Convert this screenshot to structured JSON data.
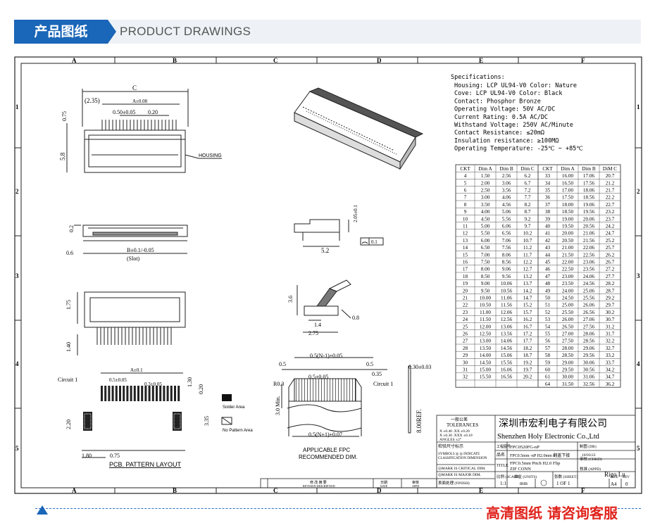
{
  "header": {
    "title_cn": "产品图纸",
    "title_en": "PRODUCT DRAWINGS"
  },
  "footer": {
    "cta": "高清图纸 请咨询客服"
  },
  "grid": {
    "cols": [
      "A",
      "B",
      "C",
      "D",
      "E",
      "F"
    ],
    "rows": [
      "1",
      "2",
      "3",
      "4",
      "5"
    ]
  },
  "specs": {
    "heading": "Specifications:",
    "lines": [
      "Housing: LCP UL94-V0 Color: Nature",
      "Cove: LCP UL94-V0 Color: Black",
      "Contact: Phosphor Bronze",
      "Operating Voltage: 50V AC/DC",
      "Current Rating: 0.5A AC/DC",
      "Withstand Voltage: 250V AC/Minute",
      "Contact Resistance: ≤20mΩ",
      "Insulation resistance: ≥100MΩ",
      "Operating Temperature: -25℃ ~ +85℃"
    ]
  },
  "table": {
    "headers": [
      "CKT",
      "Dim A",
      "Dim B",
      "Dim C",
      "CKT",
      "Dim A",
      "Dim B",
      "DiM C"
    ],
    "rows": [
      [
        "4",
        "1.50",
        "2.56",
        "6.2",
        "33",
        "16.00",
        "17.06",
        "20.7"
      ],
      [
        "5",
        "2.00",
        "3.06",
        "6.7",
        "34",
        "16.50",
        "17.56",
        "21.2"
      ],
      [
        "6",
        "2.50",
        "3.56",
        "7.2",
        "35",
        "17.00",
        "18.06",
        "21.7"
      ],
      [
        "7",
        "3.00",
        "4.06",
        "7.7",
        "36",
        "17.50",
        "18.56",
        "22.2"
      ],
      [
        "8",
        "3.50",
        "4.56",
        "8.2",
        "37",
        "18.00",
        "19.06",
        "22.7"
      ],
      [
        "9",
        "4.00",
        "5.06",
        "8.7",
        "38",
        "18.50",
        "19.56",
        "23.2"
      ],
      [
        "10",
        "4.50",
        "5.56",
        "9.2",
        "39",
        "19.00",
        "20.06",
        "23.7"
      ],
      [
        "11",
        "5.00",
        "6.06",
        "9.7",
        "40",
        "19.50",
        "20.56",
        "24.2"
      ],
      [
        "12",
        "5.50",
        "6.56",
        "10.2",
        "41",
        "20.00",
        "21.06",
        "24.7"
      ],
      [
        "13",
        "6.00",
        "7.06",
        "10.7",
        "42",
        "20.50",
        "21.56",
        "25.2"
      ],
      [
        "14",
        "6.50",
        "7.56",
        "11.2",
        "43",
        "21.00",
        "22.06",
        "25.7"
      ],
      [
        "15",
        "7.00",
        "8.06",
        "11.7",
        "44",
        "21.50",
        "22.56",
        "26.2"
      ],
      [
        "16",
        "7.50",
        "8.56",
        "12.2",
        "45",
        "22.00",
        "23.06",
        "26.7"
      ],
      [
        "17",
        "8.00",
        "9.06",
        "12.7",
        "46",
        "22.50",
        "23.56",
        "27.2"
      ],
      [
        "18",
        "8.50",
        "9.56",
        "13.2",
        "47",
        "23.00",
        "24.06",
        "27.7"
      ],
      [
        "19",
        "9.00",
        "10.06",
        "13.7",
        "48",
        "23.50",
        "24.56",
        "28.2"
      ],
      [
        "20",
        "9.50",
        "10.56",
        "14.2",
        "49",
        "24.00",
        "25.06",
        "28.7"
      ],
      [
        "21",
        "10.00",
        "11.06",
        "14.7",
        "50",
        "24.50",
        "25.56",
        "29.2"
      ],
      [
        "22",
        "10.50",
        "11.56",
        "15.2",
        "51",
        "25.00",
        "26.06",
        "29.7"
      ],
      [
        "23",
        "11.00",
        "12.06",
        "15.7",
        "52",
        "25.50",
        "26.56",
        "30.2"
      ],
      [
        "24",
        "11.50",
        "12.56",
        "16.2",
        "53",
        "26.00",
        "27.06",
        "30.7"
      ],
      [
        "25",
        "12.00",
        "13.06",
        "16.7",
        "54",
        "26.50",
        "27.56",
        "31.2"
      ],
      [
        "26",
        "12.50",
        "13.56",
        "17.2",
        "55",
        "27.00",
        "28.06",
        "31.7"
      ],
      [
        "27",
        "13.00",
        "14.06",
        "17.7",
        "56",
        "27.50",
        "28.56",
        "32.2"
      ],
      [
        "28",
        "13.50",
        "14.56",
        "18.2",
        "57",
        "28.00",
        "29.06",
        "32.7"
      ],
      [
        "29",
        "14.00",
        "15.06",
        "18.7",
        "58",
        "28.50",
        "29.56",
        "33.2"
      ],
      [
        "30",
        "14.50",
        "15.56",
        "19.2",
        "59",
        "29.00",
        "30.06",
        "33.7"
      ],
      [
        "31",
        "15.00",
        "16.06",
        "19.7",
        "60",
        "29.50",
        "30.56",
        "34.2"
      ],
      [
        "32",
        "15.50",
        "16.56",
        "20.2",
        "61",
        "30.00",
        "31.06",
        "34.7"
      ],
      [
        "",
        "",
        "",
        "",
        "64",
        "31.50",
        "32.56",
        "36.2"
      ]
    ]
  },
  "dims": {
    "top_c": "C",
    "top_235": "(2.35)",
    "top_a": "A±0.08",
    "top_050": "0.50±0.05",
    "top_020": "0.20",
    "top_075": "0.75",
    "top_58": "5.8",
    "housing": "HOUSING",
    "front_02": "0.2",
    "front_06": "0.6",
    "front_b": "B±0.1/-0.05",
    "front_slot": "(Slot)",
    "bot_175": "1.75",
    "bot_140": "1.40",
    "side_205": "2.05±0.1",
    "side_52": "5.2",
    "side_01": "0.1",
    "open_36": "3.6",
    "open_14": "1.4",
    "open_275": "2.75",
    "open_08": "0.8",
    "pcb_circuit": "Circuit 1",
    "pcb_a": "A±0.1",
    "pcb_05a": "0.5±0.05",
    "pcb_03": "0.3±0.05",
    "pcb_130": "1.30",
    "pcb_020": "0.20",
    "pcb_220": "2.20",
    "pcb_335": "3.35",
    "pcb_180": "1.80",
    "pcb_075": "0.75",
    "pcb_title": "PCB. PATTERN LAYOUT",
    "legend_solder": "Solder Area",
    "legend_nopat": "No Pattern Area",
    "fpc_n1": "0.5(N-1)±0.05",
    "fpc_05l": "0.5",
    "fpc_05r": "0.5",
    "fpc_035": "0.35",
    "fpc_05c": "0.5±0.05",
    "fpc_r03": "R0.3",
    "fpc_circuit": "Circuit 1",
    "fpc_30": "3.0 Min.",
    "fpc_800": "8.00REF.",
    "fpc_030": "0.30±0.03",
    "fpc_n1b": "0.5(N+1)±0.07",
    "fpc_title1": "APPLICABLE FPC",
    "fpc_title2": "RECOMMENDED DIM."
  },
  "titleblock": {
    "tol_cn": "一般公差",
    "tol_en": "TOLERANCES",
    "tol1": "X ±0.40   .XX ±0.20",
    "tol2": "X ±0.30   .XXX ±0.10",
    "tol3": "ANGLES      ±2°",
    "company_cn": "深圳市宏利电子有限公司",
    "company_en": "Shenzhen Holy Electronic Co.,Ltd",
    "check_lbl": "检验尺寸标示",
    "sym1": "SYMBOLS ◎ ◎ INDICATE",
    "sym2": "CLASSIFICATION DIMENSION",
    "mark1": "◎MARK IS CRITICAL DIM.",
    "mark2": "◎MARK IS MAJOR DIM.",
    "finish_lbl": "表面处理 (FINISH)",
    "partno_lbl": "工程图号",
    "partno": "FPC0520FG-nP",
    "name_lbl": "品名",
    "name": "FPC0.5mm -nP H2.0mm 翻盖下接",
    "title_lbl": "TITLE",
    "title1": "FPC0.5mm Pitch H2.0 Flip",
    "title2": "ZIF CONN",
    "dr_lbl": "制图 (DR)",
    "dr_date": "10/03/22",
    "chkd_lbl": "审核 (CHKD)",
    "appd_lbl": "核准 (APPD)",
    "appd": "Rigo Lu",
    "scale_lbl": "比例 (SCALE)",
    "scale": "1:1",
    "units_lbl": "单位 (UNITS)",
    "units": "mm",
    "size_lbl": "SIZE",
    "size": "A4",
    "rev_lbl": "REV",
    "rev": "0",
    "sheet_lbl": "张数 (SHEET)",
    "sheet": "1 OF 1",
    "rev_desc": "修 改 摘 要",
    "rev_desc_en": "REVISION DESCRIPTION",
    "date_lbl": "日期",
    "date_en": "DATE",
    "appd2": "审核",
    "appd2_en": "APPD"
  },
  "colors": {
    "accent": "#1a66b8",
    "cta": "#e0231c",
    "line": "#222222"
  }
}
